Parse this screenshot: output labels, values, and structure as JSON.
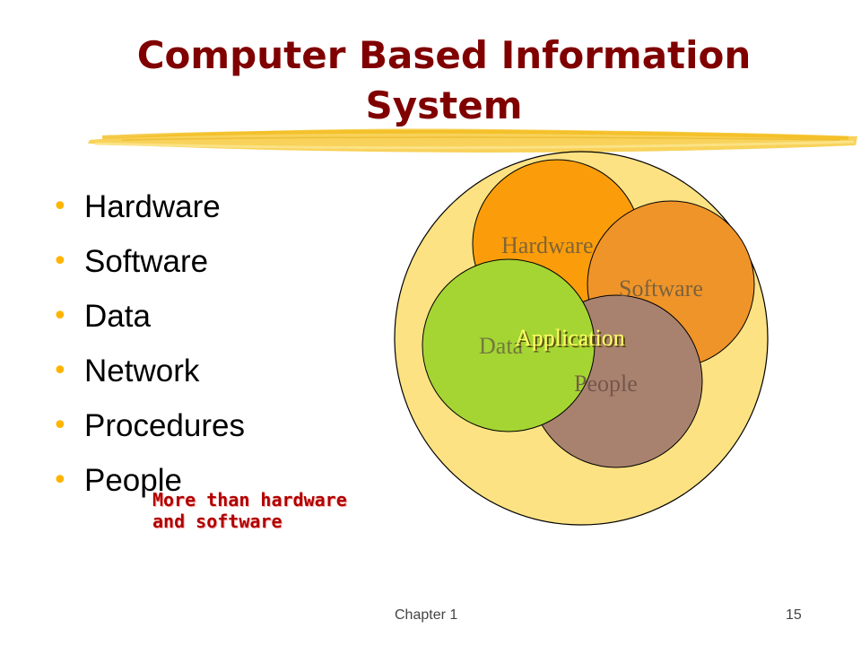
{
  "slide": {
    "title_line1": "Computer Based Information",
    "title_line2": "System",
    "bullets": [
      {
        "label": "Hardware"
      },
      {
        "label": "Software"
      },
      {
        "label": "Data"
      },
      {
        "label": "Network"
      },
      {
        "label": "Procedures"
      },
      {
        "label": "People"
      }
    ],
    "callout": {
      "line1": "More than hardware",
      "line2": "and software"
    }
  },
  "diagram": {
    "hardware": "Hardware",
    "software": "Software",
    "data": "Data",
    "people": "People",
    "application": "Application"
  },
  "footer": {
    "chapter": "Chapter 1",
    "page": "15"
  },
  "colors": {
    "title": "#800000",
    "bullet": "#ffb400",
    "outer_circle": "#fce283",
    "hardware": "#fb9d0a",
    "software": "#ef9429",
    "data": "#a5d533",
    "people": "#a9826f",
    "application_text": "#ffff66",
    "callout_text": "#b00000"
  }
}
